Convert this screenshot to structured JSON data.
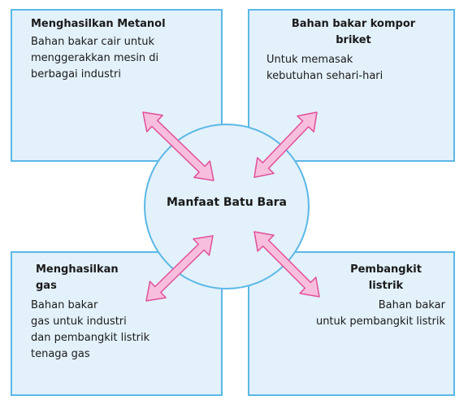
{
  "diagram": {
    "center": {
      "label": "Manfaat Batu Bara"
    },
    "boxes": [
      {
        "id": "top-left",
        "title": "Menghasilkan Metanol",
        "body": [
          "Bahan bakar cair untuk",
          "menggerakkan mesin di",
          "berbagai industri"
        ]
      },
      {
        "id": "top-right",
        "title": [
          "Bahan bakar kompor",
          "briket"
        ],
        "body": [
          "Untuk memasak",
          "kebutuhan sehari-hari"
        ]
      },
      {
        "id": "bottom-left",
        "title": [
          "Menghasilkan",
          "gas"
        ],
        "body": [
          "Bahan bakar",
          "gas untuk industri",
          "dan pembangkit listrik",
          "tenaga gas"
        ]
      },
      {
        "id": "bottom-right",
        "title": [
          "Pembangkit",
          "listrik"
        ],
        "body": [
          "Bahan bakar",
          "untuk pembangkit listrik"
        ]
      }
    ],
    "colors": {
      "box_fill": "#e3f1fb",
      "box_stroke": "#5bb8e6",
      "circle_stroke": "#5bb8e6",
      "arrow_fill": "#f8bedd",
      "arrow_stroke": "#e0509a"
    }
  }
}
